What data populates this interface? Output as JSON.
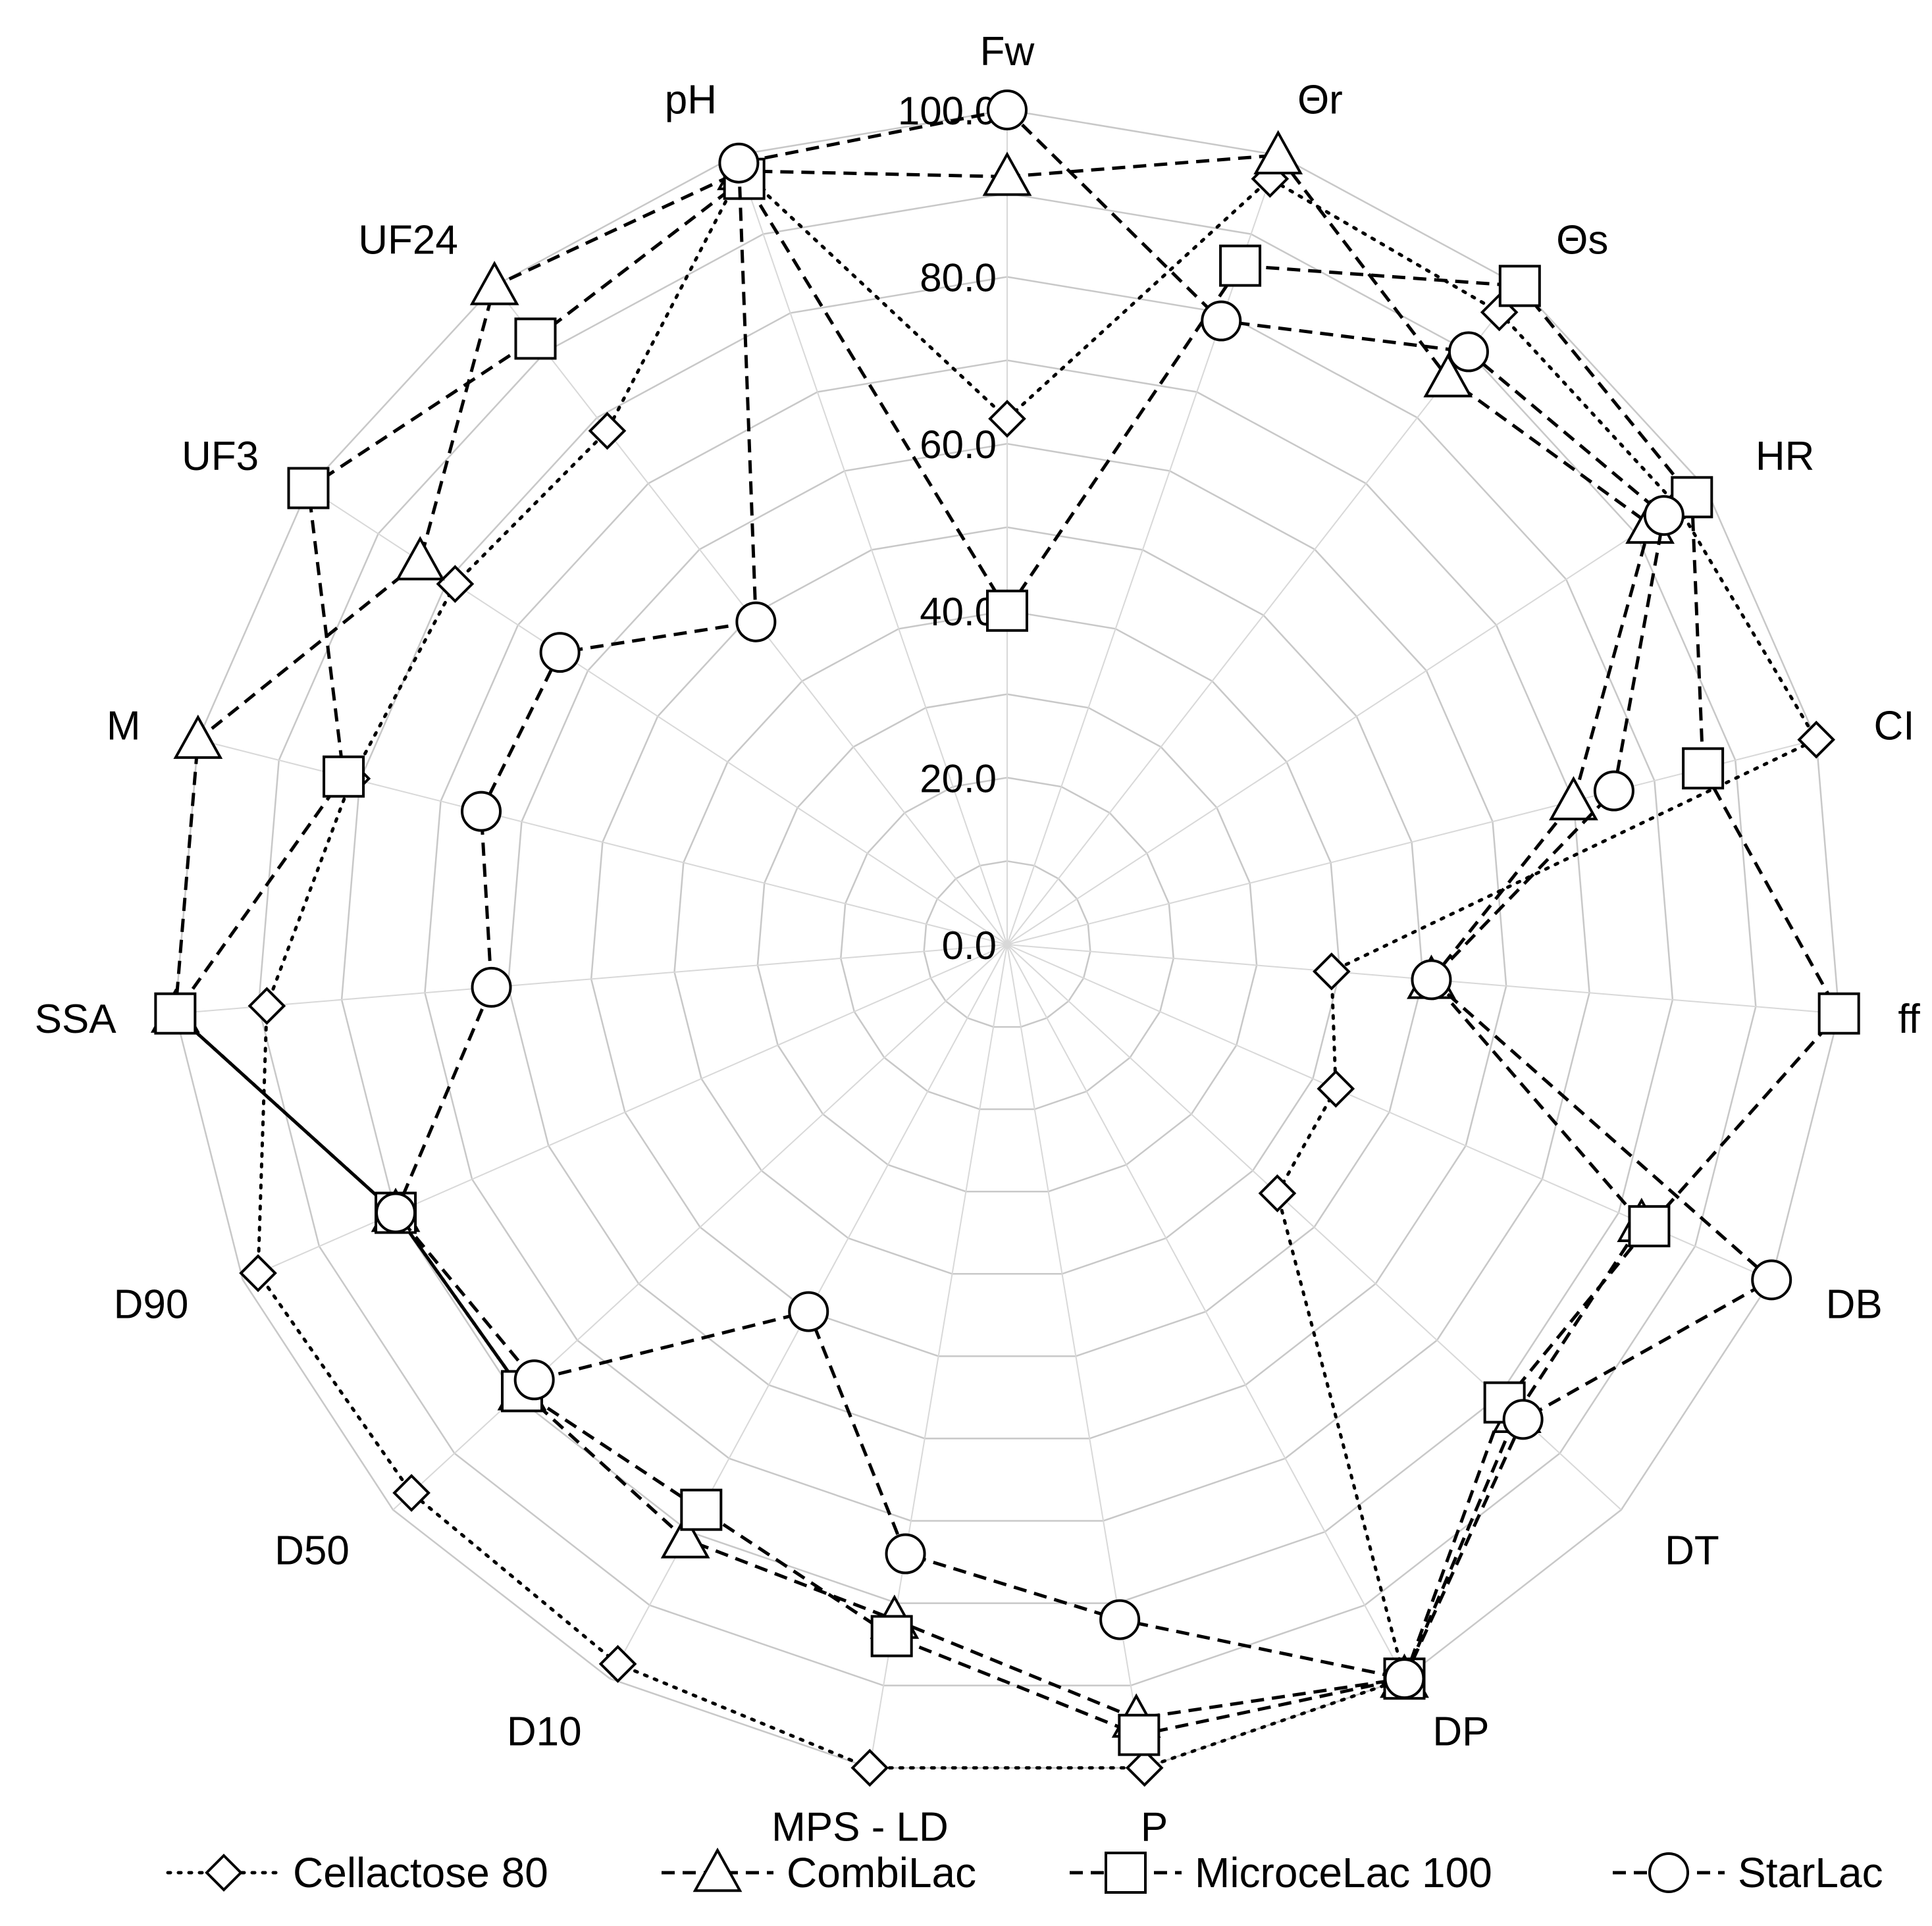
{
  "chart_data": {
    "type": "radar",
    "axes": [
      "Fw",
      "Θr",
      "Θs",
      "HR",
      "CI",
      "ff",
      "DB",
      "DT",
      "DP",
      "P",
      "MPS - LD",
      "D10",
      "D50",
      "D90",
      "SSA",
      "M",
      "UF3",
      "UF24",
      "pH"
    ],
    "rlim": [
      0,
      100
    ],
    "ticks": [
      "0.0",
      "20.0",
      "40.0",
      "60.0",
      "80.0",
      "100.0"
    ],
    "tick_values": [
      0,
      20,
      40,
      60,
      80,
      100
    ],
    "grid": true,
    "legend_position": "bottom",
    "series": [
      {
        "name": "Cellactose 80",
        "marker": "diamond",
        "line": "dotted",
        "values": [
          63,
          97,
          96,
          96,
          100,
          39,
          43,
          44,
          100,
          100,
          100,
          98,
          97,
          98,
          89,
          81,
          79,
          78,
          98
        ]
      },
      {
        "name": "CombiLac",
        "marker": "triangle",
        "line": "dashed",
        "values": [
          92,
          100,
          86,
          92,
          70,
          51,
          83,
          83,
          100,
          94,
          82,
          81,
          79,
          80,
          100,
          100,
          84,
          100,
          98
        ]
      },
      {
        "name": "MicroceLac 100",
        "marker": "square",
        "line": "dashed",
        "values": [
          40,
          86,
          100,
          98,
          86,
          100,
          84,
          81,
          100,
          96,
          84,
          77,
          79,
          80,
          100,
          82,
          100,
          92,
          97
        ]
      },
      {
        "name": "StarLac",
        "marker": "circle",
        "line": "dashed",
        "values": [
          100,
          79,
          90,
          94,
          75,
          51,
          100,
          84,
          100,
          82,
          74,
          50,
          77,
          80,
          62,
          65,
          64,
          49,
          99
        ]
      }
    ]
  }
}
